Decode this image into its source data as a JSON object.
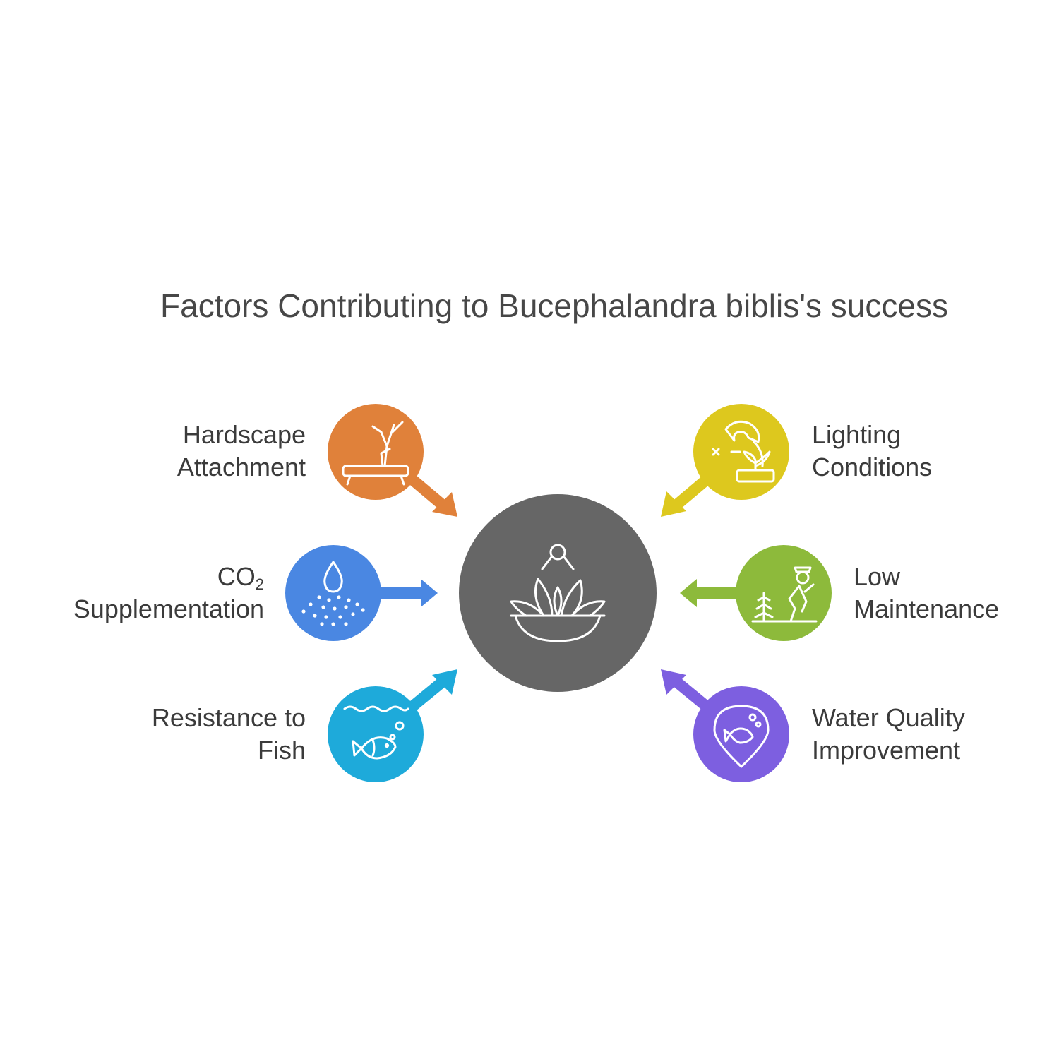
{
  "title": "Factors Contributing to Bucephalandra biblis's success",
  "colors": {
    "center": "#666666",
    "hardscape": "#E0813A",
    "lighting": "#DDC81E",
    "co2": "#4A87E2",
    "maintenance": "#8DBA3B",
    "fish": "#1EAADA",
    "water": "#7D5FE0",
    "text": "#3b3b3b"
  },
  "factors": {
    "hardscape": {
      "line1": "Hardscape",
      "line2": "Attachment",
      "icon": "driftwood-icon"
    },
    "lighting": {
      "line1": "Lighting",
      "line2": "Conditions",
      "icon": "lamp-plant-icon"
    },
    "co2": {
      "line1": "CO",
      "sub": "2",
      "line2": "Supplementation",
      "icon": "droplet-bubbles-icon"
    },
    "maintenance": {
      "line1": "Low",
      "line2": "Maintenance",
      "icon": "gardener-icon"
    },
    "fish": {
      "line1": "Resistance to",
      "line2": "Fish",
      "icon": "fish-water-icon"
    },
    "water": {
      "line1": "Water Quality",
      "line2": "Improvement",
      "icon": "fish-location-pin-icon"
    }
  },
  "center": {
    "icon": "plant-bowl-icon"
  }
}
